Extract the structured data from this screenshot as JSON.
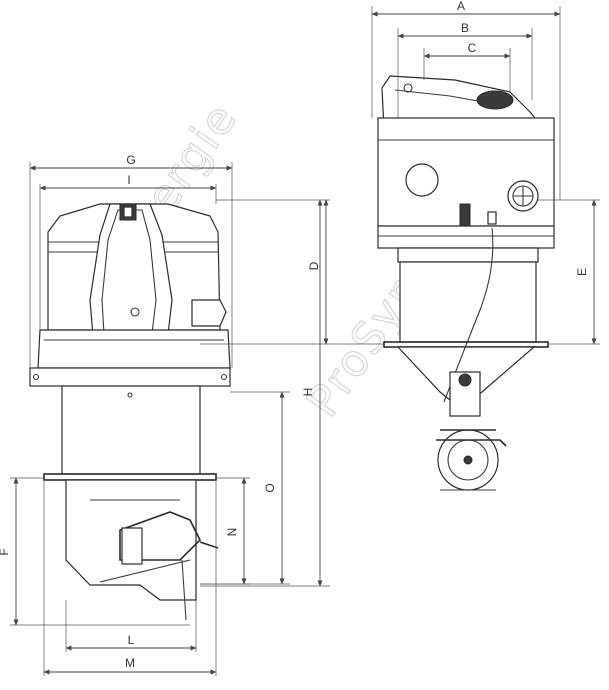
{
  "watermark": "ProSynergie",
  "dimensions": {
    "a": "A",
    "b": "B",
    "c": "C",
    "d": "D",
    "e": "E",
    "f": "F",
    "g": "G",
    "h": "H",
    "i": "I",
    "l": "L",
    "m": "M",
    "n": "N",
    "o": "O"
  },
  "colors": {
    "line": "#3a3a3a",
    "background": "#ffffff",
    "watermark": "#cfcfcf"
  }
}
